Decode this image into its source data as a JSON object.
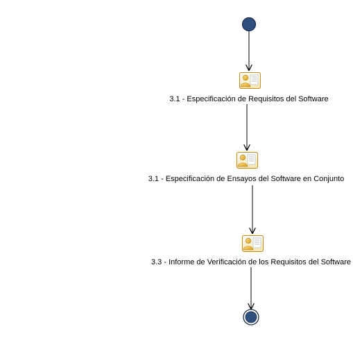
{
  "diagram": {
    "nodes": [
      {
        "id": "start",
        "kind": "initial"
      },
      {
        "id": "n1",
        "kind": "artifact",
        "icon": "document-person-icon",
        "label": "3.1 - Especificación de Requisitos del Software"
      },
      {
        "id": "n2",
        "kind": "artifact",
        "icon": "document-person-icon",
        "label": "3.1 - Especificación de Ensayos del Software en Conjunto"
      },
      {
        "id": "n3",
        "kind": "artifact",
        "icon": "document-person-icon",
        "label": "3.3 - Informe de Verificación de los Requisitos del Software"
      },
      {
        "id": "end",
        "kind": "final"
      }
    ],
    "edges": [
      {
        "from": "start",
        "to": "n1"
      },
      {
        "from": "n1",
        "to": "n2"
      },
      {
        "from": "n2",
        "to": "n3"
      },
      {
        "from": "n3",
        "to": "end"
      }
    ],
    "colors": {
      "node_fill": "#2f4f7f",
      "node_stroke": "#1b2d4a",
      "edge": "#000000",
      "icon_paper": "#fdf6dc",
      "icon_person": "#f2c744",
      "icon_frame": "#c98a1e"
    }
  }
}
